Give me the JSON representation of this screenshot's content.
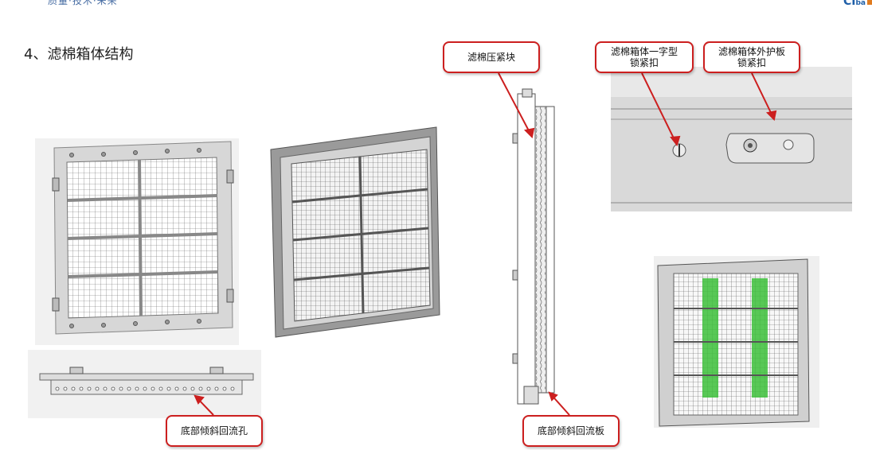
{
  "header": {
    "tagline": "质量·技术·未来",
    "logo_text": "CI",
    "logo_sub": "ba"
  },
  "section": {
    "title": "4、滤棉箱体结构"
  },
  "callouts": {
    "press_block": "滤棉压紧块",
    "line_lock_1": "滤棉箱体一字型",
    "line_lock_2": "锁紧扣",
    "outer_lock_1": "滤棉箱体外护板",
    "outer_lock_2": "锁紧扣",
    "bottom_hole": "底部倾斜回流孔",
    "bottom_plate": "底部倾斜回流板"
  },
  "colors": {
    "callout_border": "#cc1f1f",
    "filter_green": "#3cbf3a",
    "frame_grey": "#cfcfcf"
  }
}
